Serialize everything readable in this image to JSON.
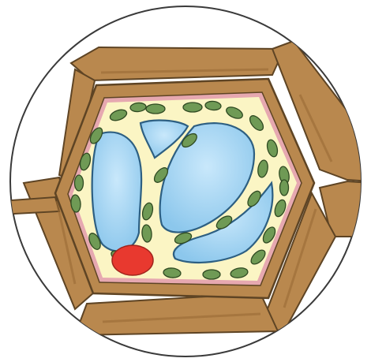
{
  "diagram": {
    "subject": "plant-cell-cross-section",
    "labels": [],
    "colors": {
      "background": "#ffffff",
      "frame_outline": "#3a3a3a",
      "cell_wall": "#b9884e",
      "cell_wall_shade": "#9a6b36",
      "cell_wall_edge": "#5e4424",
      "membrane": "#e6a8b0",
      "cytoplasm": "#fbf5c4",
      "vacuole": "#8cc7ec",
      "vacuole_center": "#c9e8fb",
      "vacuole_edge": "#2d5f82",
      "chloroplast": "#6f9a55",
      "chloroplast_edge": "#2f4a22",
      "nucleus": "#e8392f"
    },
    "organelles": {
      "vacuole_count": 4,
      "chloroplast_count": 30,
      "nucleus_count": 1
    }
  }
}
